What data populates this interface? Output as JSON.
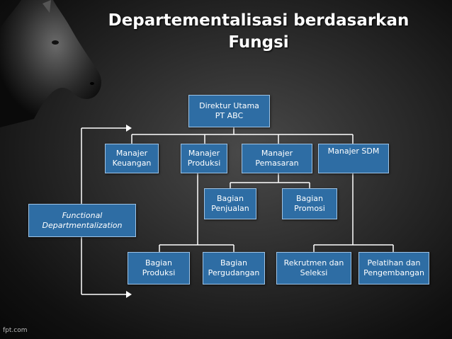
{
  "title": {
    "line1": "Departementalisasi berdasarkan",
    "line2": "Fungsi"
  },
  "nodes": {
    "direktur": {
      "line1": "Direktur Utama",
      "line2": "PT ABC"
    },
    "keuangan": {
      "line1": "Manajer",
      "line2": "Keuangan"
    },
    "produksi": {
      "line1": "Manajer",
      "line2": "Produksi"
    },
    "pemasaran": {
      "line1": "Manajer",
      "line2": "Pemasaran"
    },
    "sdm": {
      "line1": "Manajer SDM"
    },
    "penjualan": {
      "line1": "Bagian",
      "line2": "Penjualan"
    },
    "promosi": {
      "line1": "Bagian",
      "line2": "Promosi"
    },
    "bagian_produksi": {
      "line1": "Bagian",
      "line2": "Produksi"
    },
    "pergudangan": {
      "line1": "Bagian",
      "line2": "Pergudangan"
    },
    "rekrutmen": {
      "line1": "Rekrutmen dan",
      "line2": "Seleksi"
    },
    "pelatihan": {
      "line1": "Pelatihan dan",
      "line2": "Pengembangan"
    }
  },
  "functional_label": {
    "line1": "Functional",
    "line2": "Departmentalization"
  },
  "footer": "fpt.com",
  "colors": {
    "box_fill": "#2e6da4",
    "box_border": "#9fc4e6",
    "line": "#ffffff"
  }
}
